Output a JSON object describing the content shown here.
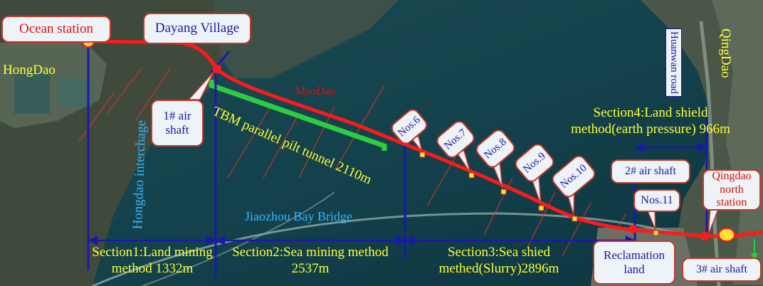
{
  "map": {
    "stations": {
      "ocean": "Ocean station",
      "dayang": "Dayang Village",
      "qingdao_north": "Qingdao north station"
    },
    "places": {
      "hongdao": "HongDao",
      "qingdao": "QingDao",
      "maodao": "MaoDao",
      "huanwan_road": "Huanwan road",
      "hongdao_interchange": "Hongdao interchage",
      "jiaozhou_bridge": "Jiaozhou Bay Bridge",
      "reclamation": "Reclamation land",
      "tbm": "TBM parallel pilt tunnel 2110m"
    },
    "shafts": {
      "s1": "1# air shaft",
      "s2": "2# air shaft",
      "s3": "3# air shaft"
    },
    "sections": {
      "s1_line1": "Section1:Land mining",
      "s1_line2": "method 1332m",
      "s2_line1": "Section2:Sea mining method",
      "s2_line2": "2537m",
      "s3_line1": "Section3:Sea shied",
      "s3_line2": "methed(Slurry)2896m",
      "s4_line1": "Section4:Land shield",
      "s4_line2": "method(earth pressure) 966m"
    },
    "nos": [
      "Nos.6",
      "Nos.7",
      "Nos.8",
      "Nos.9",
      "Nos.10",
      "Nos.11"
    ],
    "colors": {
      "tunnel": "#ff1a1a",
      "tbm": "#2ecc40",
      "divider": "#1a1aa8",
      "label_yellow": "#ffff33",
      "label_blue": "#1a1aa0",
      "label_cyan": "#35b7ff",
      "callout_border": "#c0392b"
    }
  }
}
